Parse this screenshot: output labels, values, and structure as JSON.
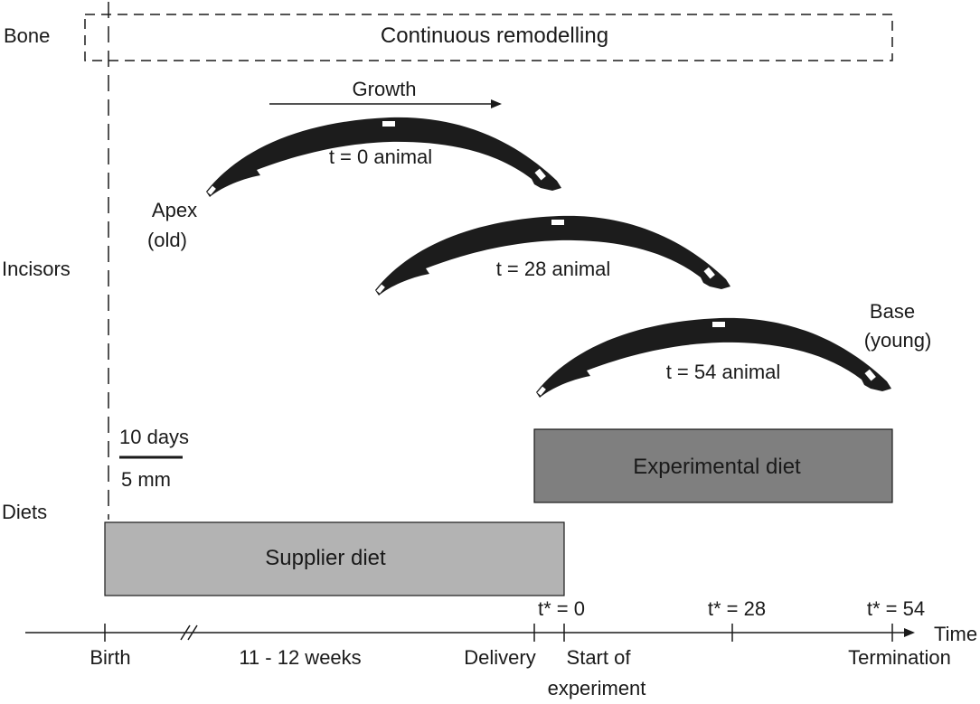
{
  "rows": {
    "bone": "Bone",
    "incisors": "Incisors",
    "diets": "Diets"
  },
  "bone_box": {
    "label": "Continuous remodelling"
  },
  "growth_label": "Growth",
  "incisors": [
    {
      "label": "t = 0 animal"
    },
    {
      "label": "t = 28 animal"
    },
    {
      "label": "t = 54 animal"
    }
  ],
  "apex": {
    "line1": "Apex",
    "line2": "(old)"
  },
  "base": {
    "line1": "Base",
    "line2": "(young)"
  },
  "scale": {
    "top": "10 days",
    "bottom": "5 mm"
  },
  "diets": {
    "supplier": "Supplier diet",
    "experimental": "Experimental diet",
    "supplier_color": "#b3b3b3",
    "experimental_color": "#7f7f7f"
  },
  "timeline": {
    "axis_label": "Time",
    "t_star_marks": [
      "t* = 0",
      "t* = 28",
      "t* = 54"
    ],
    "events": {
      "birth": "Birth",
      "weeks": "11 - 12 weeks",
      "delivery": "Delivery",
      "start_line1": "Start of",
      "start_line2": "experiment",
      "termination": "Termination"
    }
  },
  "colors": {
    "tooth": "#1c1c1c",
    "line": "#1a1a1a"
  }
}
